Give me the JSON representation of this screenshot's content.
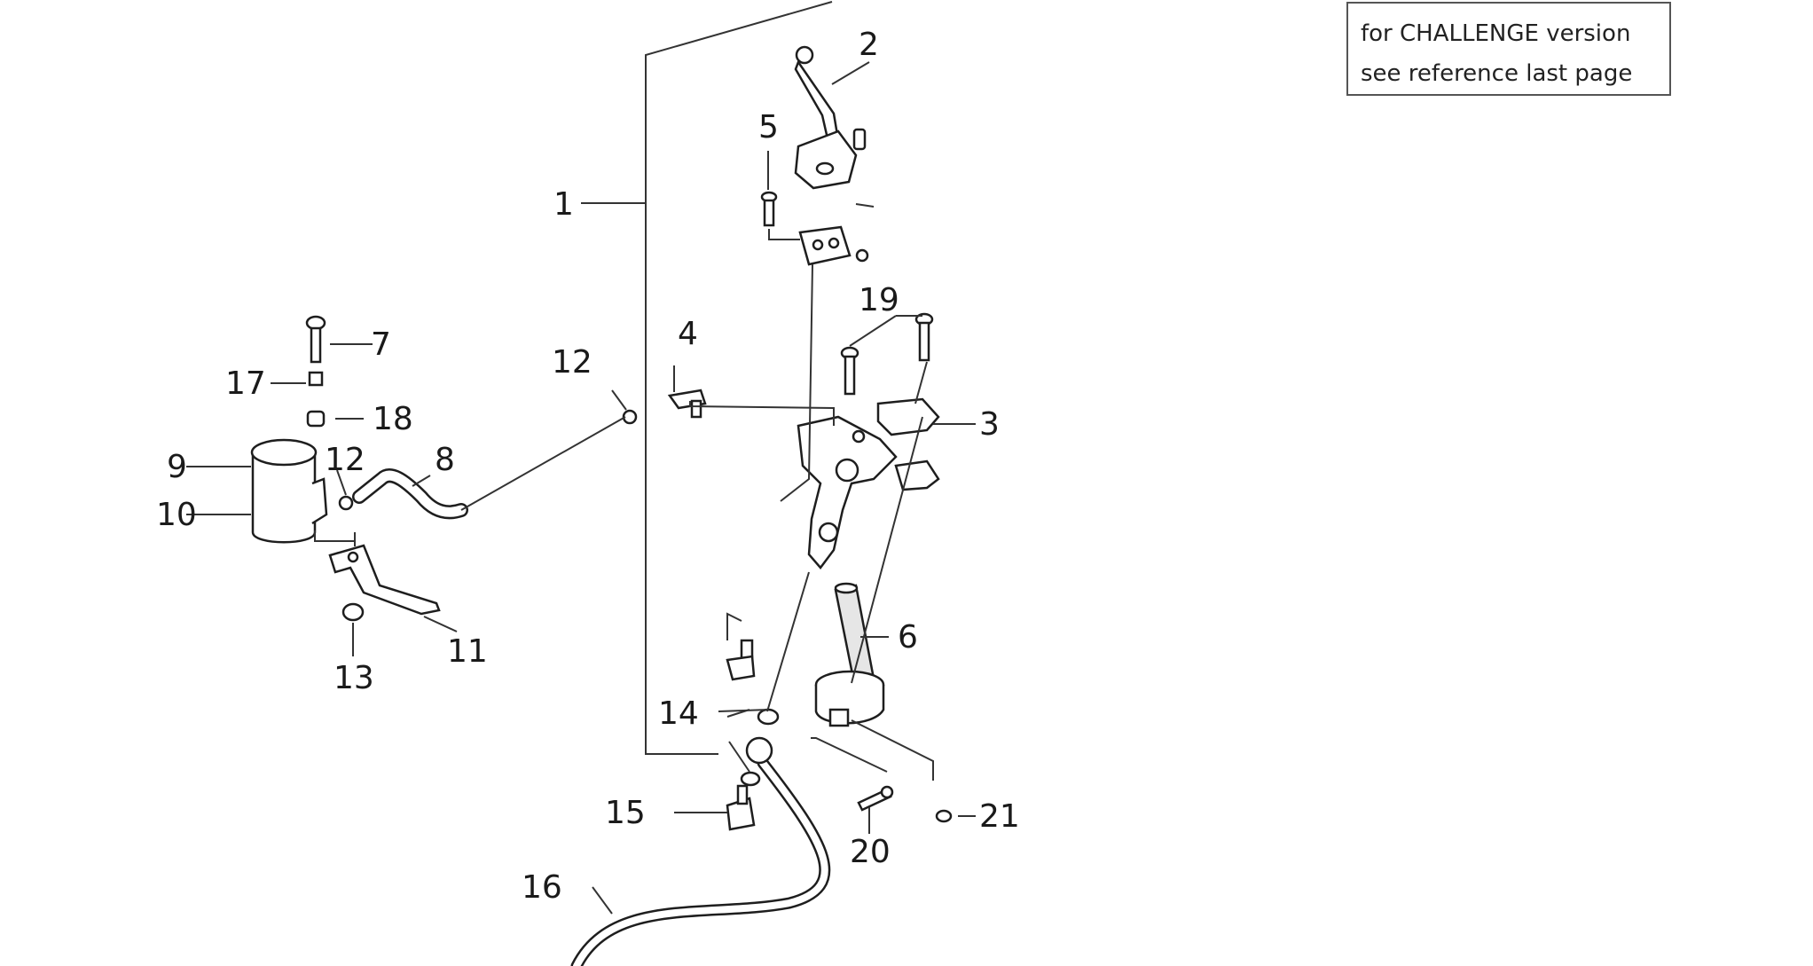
{
  "note": {
    "line1": "for CHALLENGE version",
    "line2": "see reference last page"
  },
  "callouts": {
    "c1": "1",
    "c2": "2",
    "c3": "3",
    "c4": "4",
    "c5": "5",
    "c6": "6",
    "c7": "7",
    "c8": "8",
    "c9": "9",
    "c10": "10",
    "c11": "11",
    "c12a": "12",
    "c12b": "12",
    "c13": "13",
    "c14": "14",
    "c15": "15",
    "c16": "16",
    "c17": "17",
    "c18": "18",
    "c19": "19",
    "c20": "20",
    "c21": "21"
  }
}
